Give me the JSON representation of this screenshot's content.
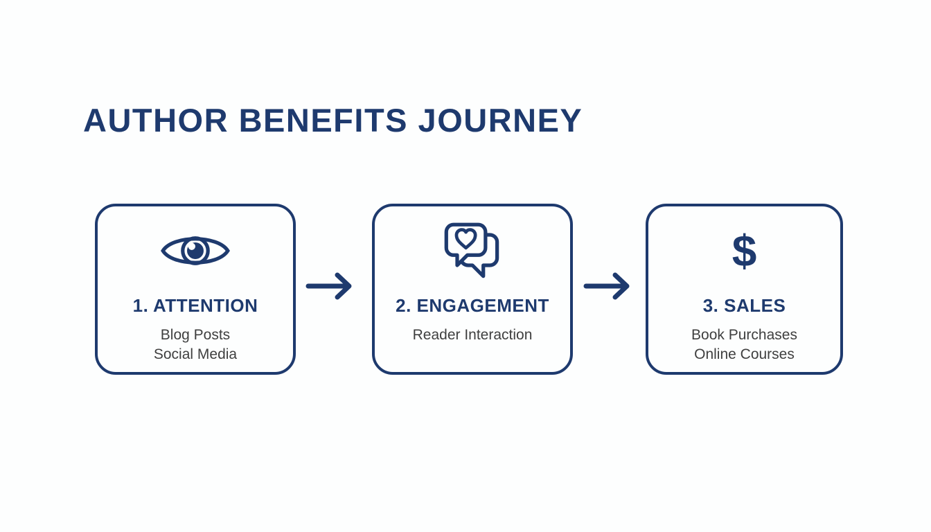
{
  "page": {
    "title": "AUTHOR BENEFITS JOURNEY"
  },
  "colors": {
    "navy": "#1e3a6e",
    "detail_gray": "#3f3f3f",
    "background": "#fdfefe"
  },
  "steps": [
    {
      "id": "attention",
      "icon": "eye-icon",
      "label": "1. ATTENTION",
      "details": [
        "Blog Posts",
        "Social Media"
      ]
    },
    {
      "id": "engagement",
      "icon": "chat-heart-icon",
      "label": "2. ENGAGEMENT",
      "details": [
        "Reader Interaction"
      ]
    },
    {
      "id": "sales",
      "icon": "dollar-icon",
      "icon_glyph": "$",
      "label": "3. SALES",
      "details": [
        "Book Purchases",
        "Online Courses"
      ]
    }
  ],
  "connectors": [
    {
      "icon": "arrow-right-icon"
    },
    {
      "icon": "arrow-right-icon"
    }
  ]
}
